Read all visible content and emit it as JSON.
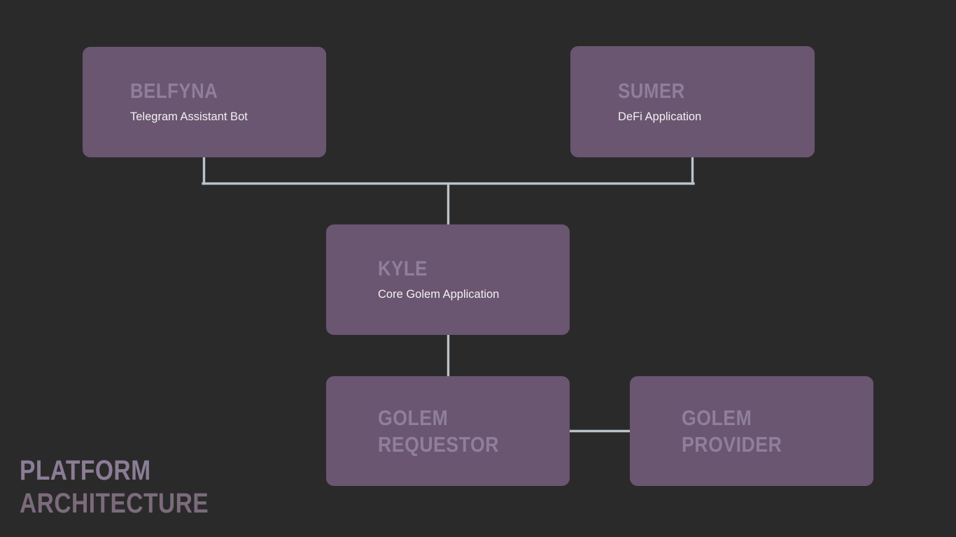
{
  "slide": {
    "caption_line_1": "PLATFORM",
    "caption_line_2": "ARCHITECTURE",
    "background_color": "#2b2a2a",
    "card_color": "#6a5670",
    "card_title_color": "#8f7f9b",
    "card_subtitle_color": "#f2f0f2",
    "connector_color": "#b8c4c8",
    "caption_color": "#8b7d96"
  },
  "nodes": [
    {
      "id": "belfyna",
      "title": "BELFYNA",
      "subtitle": "Telegram Assistant Bot"
    },
    {
      "id": "sumer",
      "title": "SUMER",
      "subtitle": "DeFi Application"
    },
    {
      "id": "kyle",
      "title": "KYLE",
      "subtitle": "Core Golem Application"
    },
    {
      "id": "golem_requestor",
      "title": "GOLEM\nREQUESTOR",
      "subtitle": ""
    },
    {
      "id": "golem_provider",
      "title": "GOLEM\nPROVIDER",
      "subtitle": ""
    }
  ],
  "connectors": [
    {
      "id": "belfyna-to-bus",
      "from": "belfyna",
      "to": "bus"
    },
    {
      "id": "sumer-to-bus",
      "from": "sumer",
      "to": "bus"
    },
    {
      "id": "bus-to-kyle",
      "from": "bus",
      "to": "kyle"
    },
    {
      "id": "kyle-to-golem-requestor",
      "from": "kyle",
      "to": "golem_requestor"
    },
    {
      "id": "golem-requestor-to-golem-provider",
      "from": "golem_requestor",
      "to": "golem_provider"
    }
  ]
}
